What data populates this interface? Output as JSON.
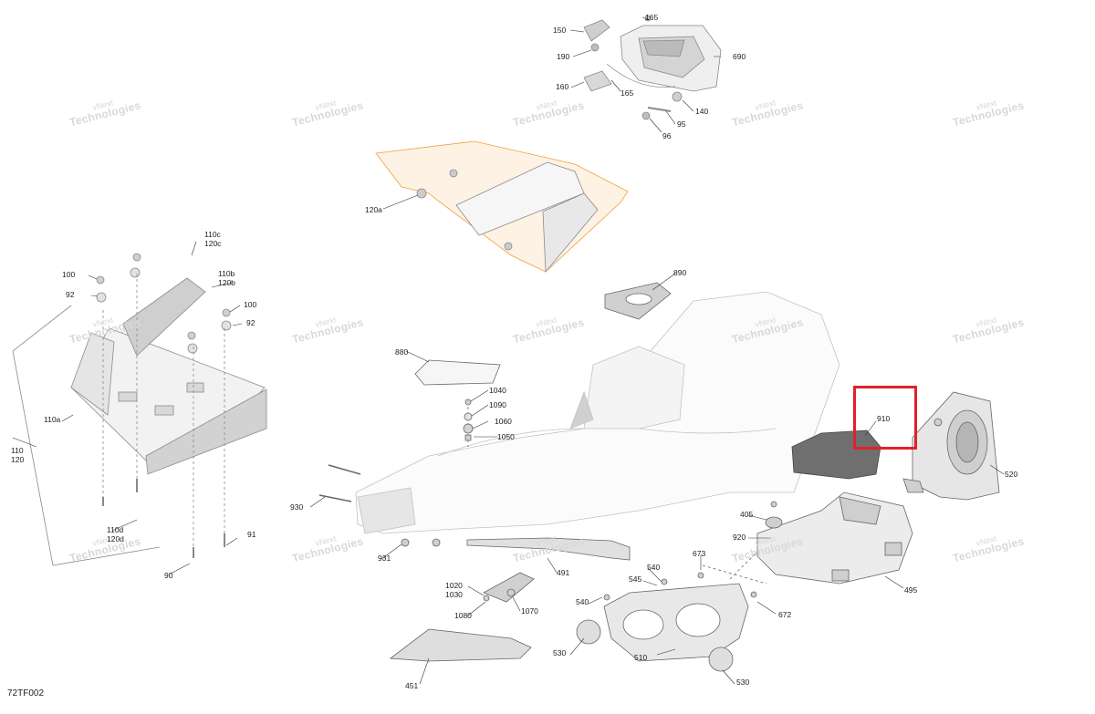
{
  "diagram": {
    "figure_code": "72TF002",
    "watermark": {
      "line1": "vNext",
      "line2": "Technologies"
    },
    "highlight_part": "910",
    "colors": {
      "highlight": "#e0202a",
      "accent_part": "#f0a040",
      "line": "#555555",
      "watermark": "#d8d8d8"
    },
    "callouts": [
      "165",
      "150",
      "190",
      "160",
      "165",
      "690",
      "140",
      "95",
      "96",
      "120a",
      "890",
      "880",
      "1040",
      "1090",
      "1060",
      "1050",
      "910",
      "520",
      "930",
      "931",
      "491",
      "1020",
      "1030",
      "1080",
      "1070",
      "405",
      "920",
      "673",
      "495",
      "540",
      "545",
      "540",
      "672",
      "530",
      "510",
      "530",
      "451",
      "110c",
      "120c",
      "100",
      "92",
      "110b",
      "120b",
      "100",
      "92",
      "110a",
      "110",
      "120",
      "110d",
      "120d",
      "91",
      "90"
    ]
  }
}
